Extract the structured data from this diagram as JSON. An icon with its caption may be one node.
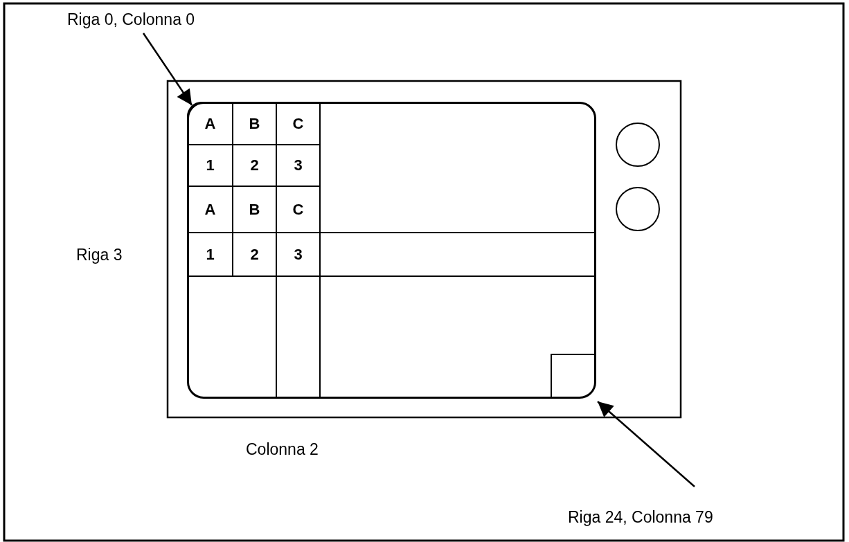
{
  "diagram": {
    "nodes": [
      {
        "text": [
          "Riga 0, Colonna 0"
        ]
      },
      {
        "text": [],
        "shape": "box"
      },
      {
        "text": [
          "A"
        ],
        "in": 1
      },
      {
        "text": [
          "B"
        ],
        "in": 1
      },
      {
        "text": [
          "C"
        ],
        "in": 1
      },
      {
        "text": [
          "1"
        ],
        "in": 1
      },
      {
        "text": [
          "2"
        ],
        "in": 1
      },
      {
        "text": [
          "3"
        ],
        "in": 1
      },
      {
        "text": [
          "A"
        ],
        "in": 1
      },
      {
        "text": [
          "B"
        ],
        "in": 1
      },
      {
        "text": [
          "C"
        ],
        "in": 1
      },
      {
        "text": [
          "1"
        ],
        "in": 1
      },
      {
        "text": [
          "2"
        ],
        "in": 1
      },
      {
        "text": [
          "3"
        ],
        "in": 1
      },
      {
        "text": [
          "Riga 24, Colonna 79"
        ]
      }
    ],
    "edges": [
      {
        "from": 0,
        "to": 1,
        "arrow": "to"
      },
      {
        "from": 14,
        "to": 1,
        "arrow": "to"
      }
    ],
    "labels": [
      "Riga 3",
      "Colonna 2"
    ]
  }
}
